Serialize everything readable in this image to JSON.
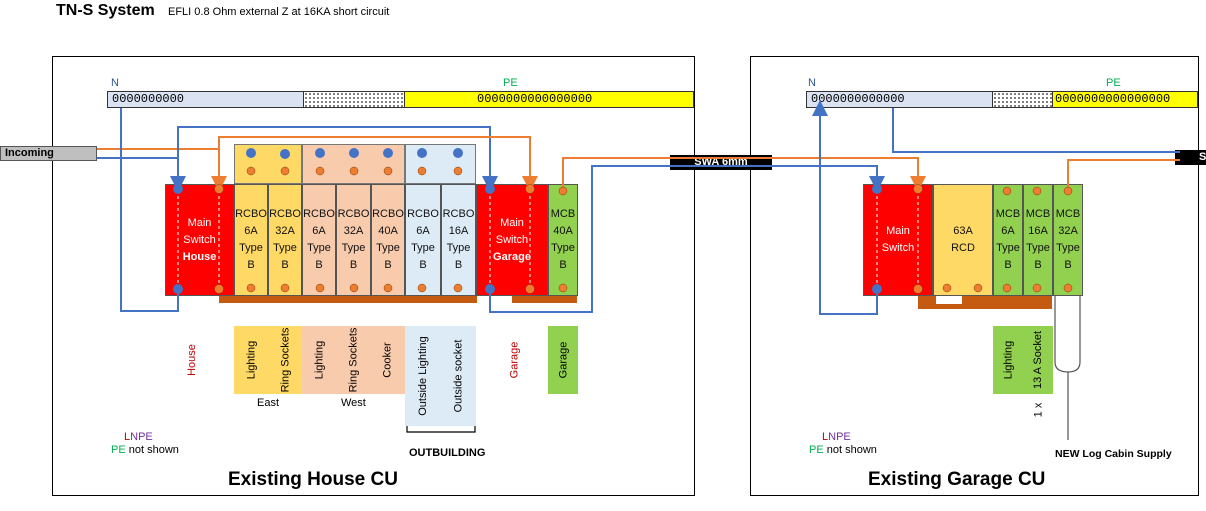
{
  "header": {
    "title": "TN-S System",
    "subtitle": "EFLI 0.8 Ohm external Z at 16KA short circuit"
  },
  "incoming_label": "Incoming",
  "swa_label": "SWA 6mm",
  "swa_right_label": "S",
  "colors": {
    "neutral_bar": "#dbe3f3",
    "earth_bar": "#ffff00",
    "main_switch": "#ff0000",
    "rcd_yellow": "#ffd966",
    "rcbo_peach": "#f8cbad",
    "rcbo_blue": "#ddebf7",
    "mcb_green": "#92d050",
    "busbar": "#c55a11",
    "neutral_wire": "#4472c4",
    "line_wire": "#ed7d31"
  },
  "house": {
    "title": "Existing House CU",
    "n_label": "N",
    "pe_label": "PE",
    "n_bar_text": "0000000000",
    "pe_bar_text": "0000000000000000",
    "main_switch": [
      "Main",
      "Switch",
      "House"
    ],
    "garage_switch": [
      "Main",
      "Switch",
      "Garage"
    ],
    "modules": [
      [
        "RCBO",
        "6A",
        "Type",
        "B"
      ],
      [
        "RCBO",
        "32A",
        "Type",
        "B"
      ],
      [
        "RCBO",
        "6A",
        "Type",
        "B"
      ],
      [
        "RCBO",
        "32A",
        "Type",
        "B"
      ],
      [
        "RCBO",
        "40A",
        "Type",
        "B"
      ],
      [
        "RCBO",
        "6A",
        "Type",
        "B"
      ],
      [
        "RCBO",
        "16A",
        "Type",
        "B"
      ]
    ],
    "garage_mcb": [
      "MCB",
      "40A",
      "Type",
      "B"
    ],
    "circuit_labels": {
      "house": "House",
      "lighting_east": "Lighting",
      "ring_east": "Ring Sockets",
      "lighting_west": "Lighting",
      "ring_west": "Ring Sockets",
      "cooker": "Cooker",
      "outside_lighting": "Outside Lighting",
      "outside_socket": "Outside socket",
      "garage": "Garage",
      "garage_feed": "Garage"
    },
    "group_east": "East",
    "group_west": "West",
    "group_outbuilding": "OUTBUILDING",
    "legend_lnpe": [
      "L",
      "N",
      "PE"
    ],
    "legend_pe": "PE",
    "legend_not_shown": "not shown"
  },
  "garage": {
    "title": "Existing Garage CU",
    "n_label": "N",
    "pe_label": "PE",
    "n_bar_text": "0000000000000",
    "pe_bar_text": "0000000000000000",
    "main_switch": [
      "Main",
      "Switch"
    ],
    "rcd": [
      "63A",
      "RCD"
    ],
    "modules": [
      [
        "MCB",
        "6A",
        "Type",
        "B"
      ],
      [
        "MCB",
        "16A",
        "Type",
        "B"
      ],
      [
        "MCB",
        "32A",
        "Type",
        "B"
      ]
    ],
    "circuit_labels": {
      "lighting": "Lighting",
      "socket": "13 A Socket",
      "socket_prefix": "1 x"
    },
    "log_cabin": "NEW Log Cabin Supply",
    "legend_lnpe": [
      "L",
      "N",
      "PE"
    ],
    "legend_pe": "PE",
    "legend_not_shown": "not shown"
  }
}
